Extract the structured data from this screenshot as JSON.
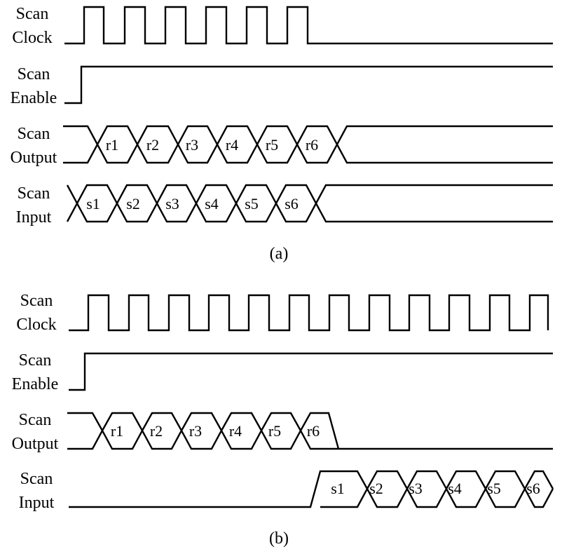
{
  "panels": [
    {
      "caption": "(a)",
      "signals": [
        {
          "label_line1": "Scan",
          "label_line2": "Clock"
        },
        {
          "label_line1": "Scan",
          "label_line2": "Enable"
        },
        {
          "label_line1": "Scan",
          "label_line2": "Output",
          "segments": [
            "r1",
            "r2",
            "r3",
            "r4",
            "r5",
            "r6"
          ]
        },
        {
          "label_line1": "Scan",
          "label_line2": "Input",
          "segments": [
            "s1",
            "s2",
            "s3",
            "s4",
            "s5",
            "s6"
          ]
        }
      ]
    },
    {
      "caption": "(b)",
      "signals": [
        {
          "label_line1": "Scan",
          "label_line2": "Clock"
        },
        {
          "label_line1": "Scan",
          "label_line2": "Enable"
        },
        {
          "label_line1": "Scan",
          "label_line2": "Output",
          "segments": [
            "r1",
            "r2",
            "r3",
            "r4",
            "r5",
            "r6"
          ]
        },
        {
          "label_line1": "Scan",
          "label_line2": "Input",
          "segments": [
            "s1",
            "s2",
            "s3",
            "s4",
            "s5",
            "s6"
          ]
        }
      ]
    }
  ]
}
